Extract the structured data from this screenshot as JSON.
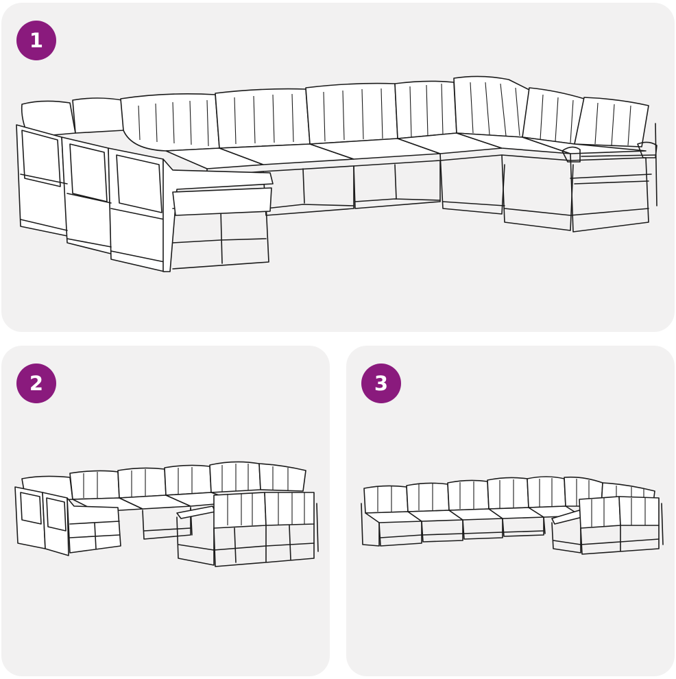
{
  "accent_color": "#8a1a7d",
  "panels": [
    {
      "step": "1",
      "illustration": "u-shaped-modular-garden-sofa-set"
    },
    {
      "step": "2",
      "illustration": "sofa-set-alternative-arrangement"
    },
    {
      "step": "3",
      "illustration": "sofa-set-l-arrangement"
    }
  ]
}
